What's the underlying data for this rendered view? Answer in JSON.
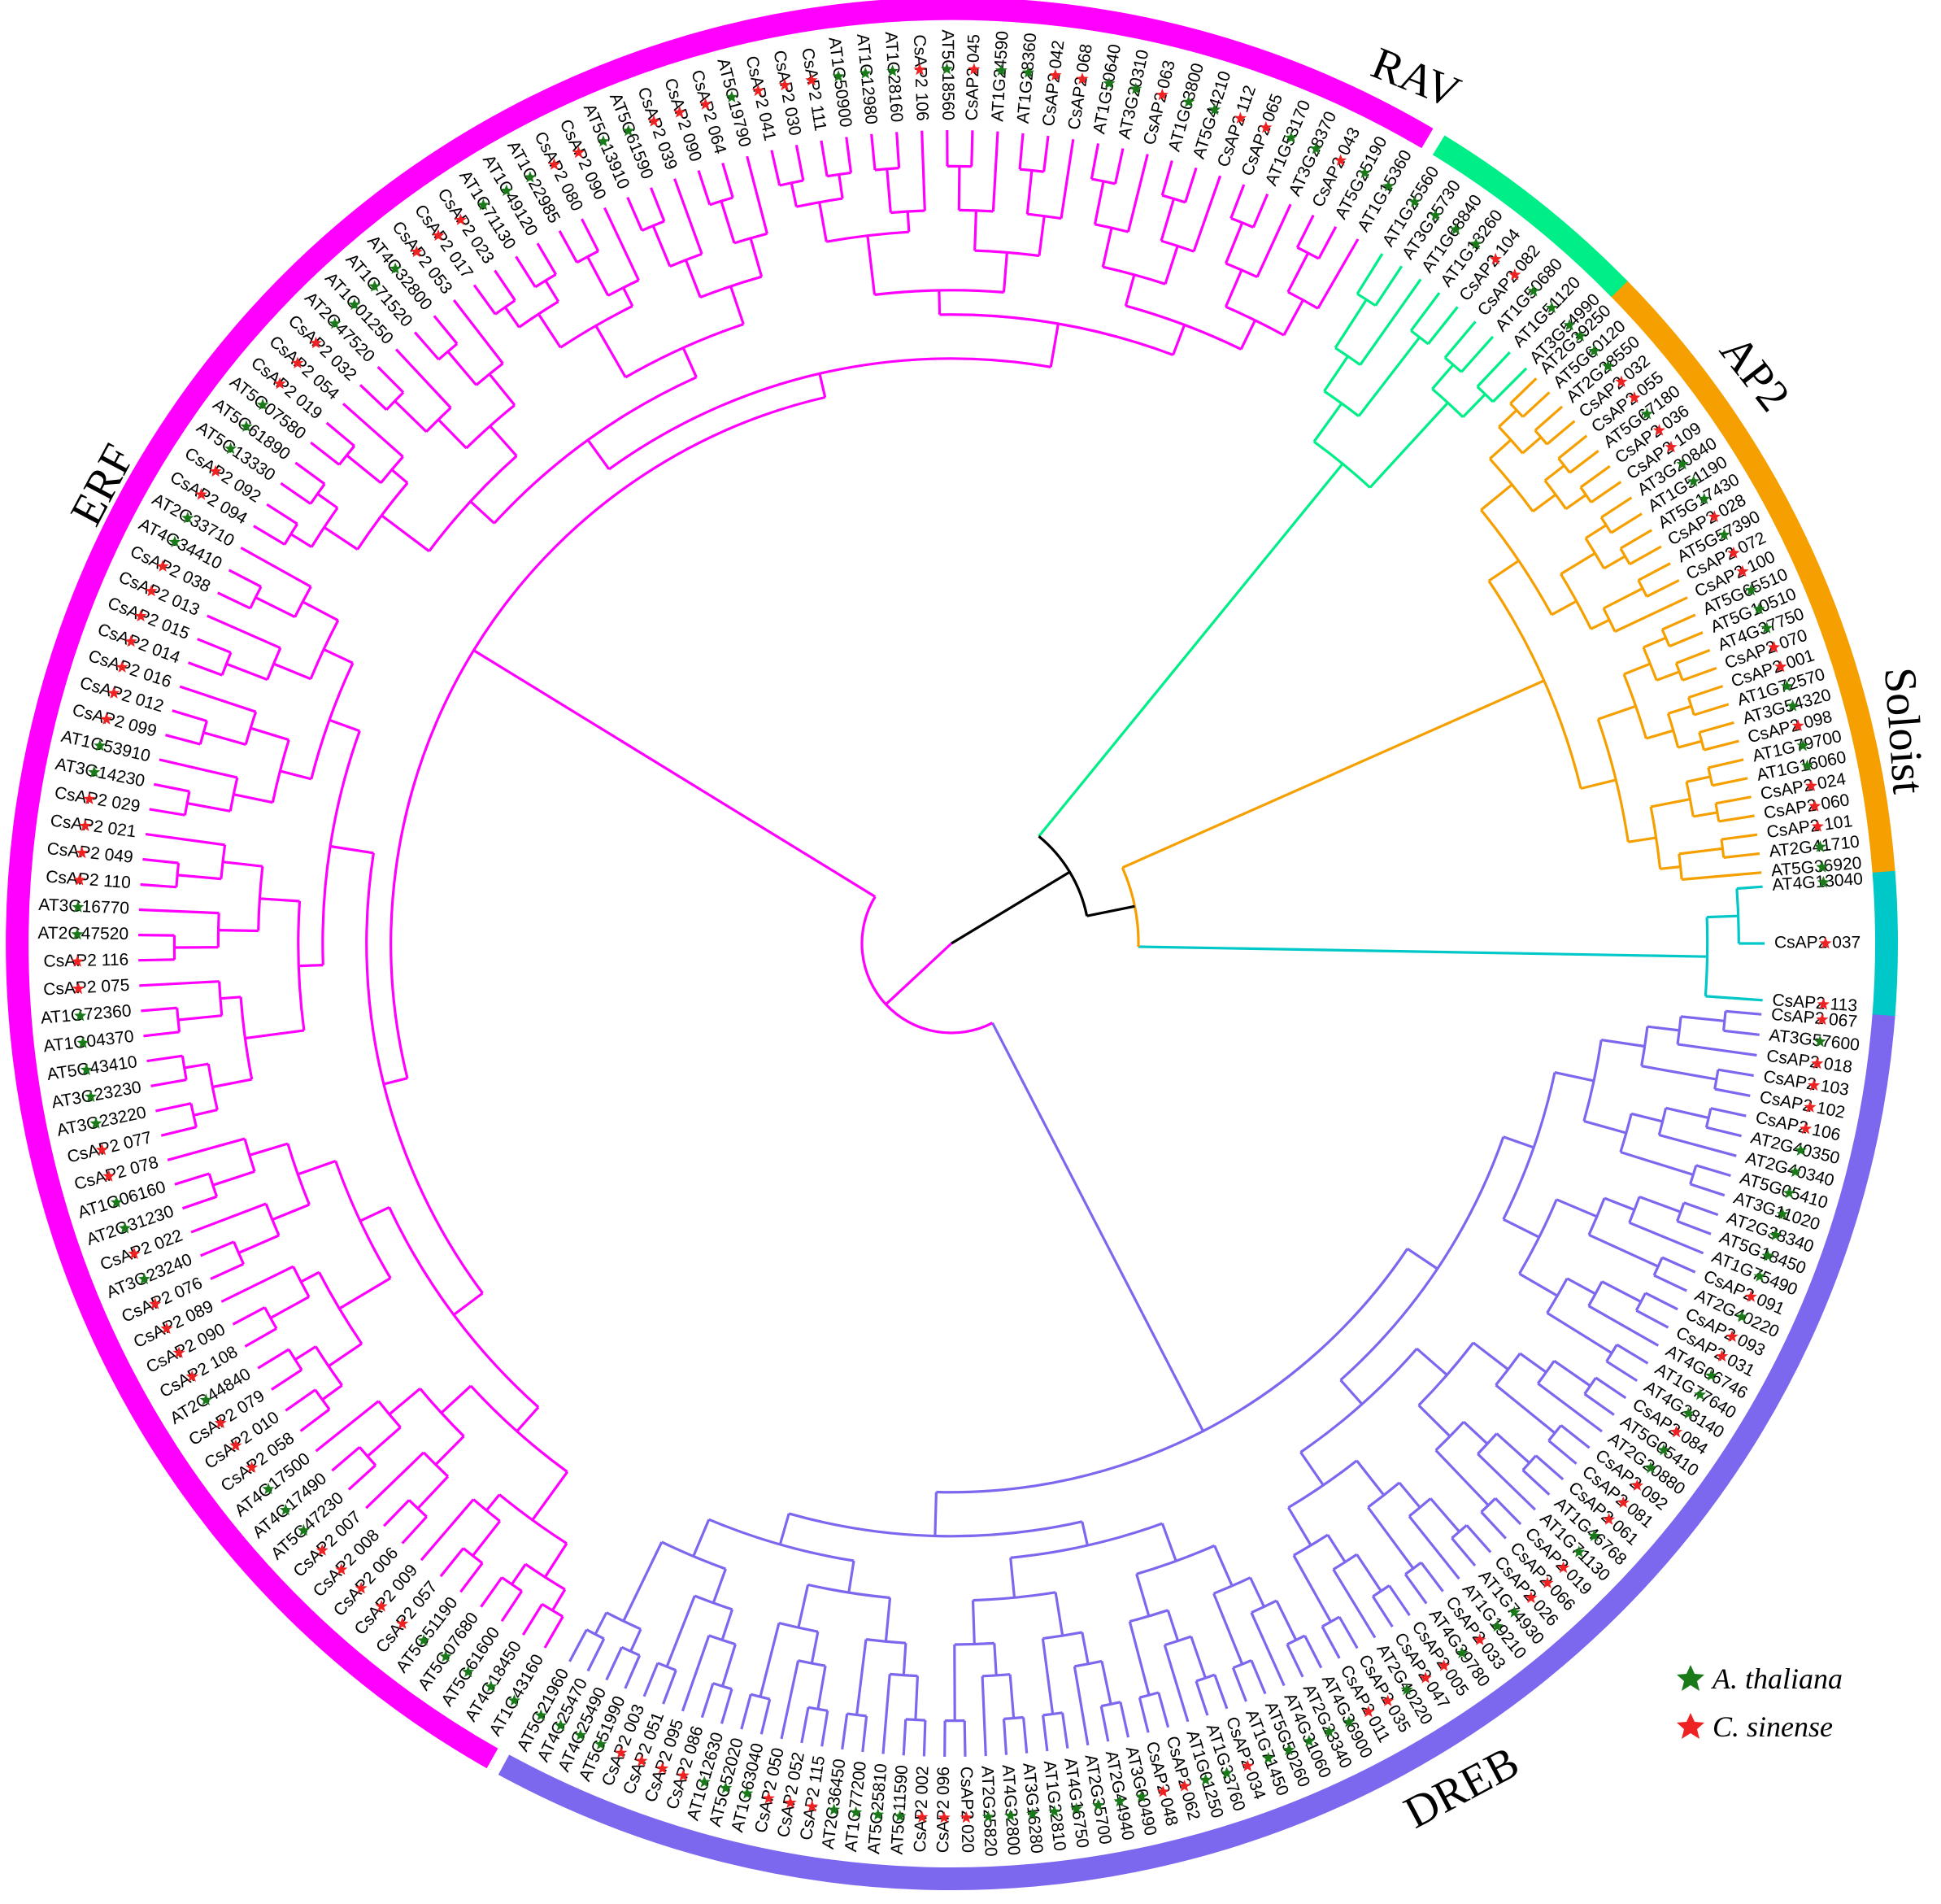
{
  "colors": {
    "ERF": "#ff00ff",
    "RAV": "#00ee88",
    "AP2": "#f5a000",
    "Soloist": "#00c8c8",
    "DREB": "#7b68ee",
    "root": "#000000",
    "athaliana_star": "#1a7a1a",
    "csinense_star": "#ee2222"
  },
  "clades": [
    {
      "name": "ERF",
      "label": "ERF"
    },
    {
      "name": "RAV",
      "label": "RAV"
    },
    {
      "name": "AP2",
      "label": "AP2"
    },
    {
      "name": "Soloist",
      "label": "Soloist"
    },
    {
      "name": "DREB",
      "label": "DREB"
    }
  ],
  "legend": {
    "athaliana": "A. thaliana",
    "csinense": "C. sinense"
  },
  "leaves": {
    "Soloist": [
      "CsAP2 113",
      "CsAP2 037",
      "AT4G13040"
    ],
    "AP2": [
      "AT5G36920",
      "AT2G41710",
      "CsAP2 101",
      "CsAP2 060",
      "CsAP2 024",
      "AT1G16060",
      "AT1G79700",
      "CsAP2 098",
      "AT3G54320",
      "AT1G72570",
      "CsAP2 001",
      "CsAP2 070",
      "AT4G37750",
      "AT5G10510",
      "AT5G65510",
      "CsAP2 100",
      "CsAP2 072",
      "AT5G57390",
      "CsAP2 028",
      "AT5G17430",
      "AT1G51190",
      "AT3G20840",
      "CsAP2 109",
      "CsAP2 036",
      "AT5G67180",
      "CsAP2 055",
      "CsAP2 032",
      "AT2G28550",
      "AT5G60120",
      "AT2G39250"
    ],
    "RAV": [
      "AT3G54990",
      "AT1G51120",
      "AT1G50680",
      "CsAP2 082",
      "CsAP2 104",
      "AT1G13260",
      "AT1G68840",
      "AT3G25730",
      "AT1G25560"
    ],
    "ERF": [
      "AT1G15360",
      "AT5G25190",
      "CsAP2 043",
      "AT3G28370",
      "AT1G53170",
      "CsAP2 065",
      "CsAP2 112",
      "AT5G44210",
      "AT1G03800",
      "CsAP2 063",
      "AT3G20310",
      "AT1G50640",
      "CsAP2 068",
      "CsAP2 042",
      "AT1G28360",
      "AT1G24590",
      "CsAP2 045",
      "AT5G18560",
      "CsAP2 106",
      "AT1G28160",
      "AT1G12980",
      "AT1G50900",
      "CsAP2 111",
      "CsAP2 030",
      "CsAP2 041",
      "AT5G19790",
      "CsAP2 064",
      "CsAP2 090",
      "CsAP2 039",
      "AT5G61590",
      "AT5G13910",
      "CsAP2 090",
      "CsAP2 080",
      "AT1G22985",
      "AT1G49120",
      "AT1G71130",
      "CsAP2 023",
      "CsAP2 017",
      "CsAP2 053",
      "AT4G32800",
      "AT1G71520",
      "AT1G01250",
      "AT2G47520",
      "CsAP2 032",
      "CsAP2 054",
      "CsAP2 019",
      "AT5G07580",
      "AT5G61890",
      "AT5G13330",
      "CsAP2 092",
      "CsAP2 094",
      "AT2G33710",
      "AT4G34410",
      "CsAP2 038",
      "CsAP2 013",
      "CsAP2 015",
      "CsAP2 014",
      "CsAP2 016",
      "CsAP2 012",
      "CsAP2 099",
      "AT1G53910",
      "AT3G14230",
      "CsAP2 029",
      "CsAP2 021",
      "CsAP2 049",
      "CsAP2 110",
      "AT3G16770",
      "AT2G47520",
      "CsAP2 116",
      "CsAP2 075",
      "AT1G72360",
      "AT1G04370",
      "AT5G43410",
      "AT3G23230",
      "AT3G23220",
      "CsAP2 077",
      "CsAP2 078",
      "AT1G06160",
      "AT2G31230",
      "CsAP2 022",
      "AT3G23240",
      "CsAP2 076",
      "CsAP2 089",
      "CsAP2 090",
      "CsAP2 108",
      "AT2G44840",
      "CsAP2 079",
      "CsAP2 010",
      "CsAP2 058",
      "AT4G17500",
      "AT4G17490",
      "AT5G47230",
      "CsAP2 007",
      "CsAP2 008",
      "CsAP2 006",
      "CsAP2 009",
      "CsAP2 057",
      "AT5G51190",
      "AT5G07680",
      "AT5G61600",
      "AT4G18450",
      "AT1G43160"
    ],
    "DREB": [
      "AT5G21960",
      "AT4G25470",
      "AT4G25490",
      "AT5G51990",
      "CsAP2 003",
      "CsAP2 051",
      "CsAP2 095",
      "CsAP2 086",
      "AT1G12630",
      "AT5G52020",
      "AT1G63040",
      "CsAP2 050",
      "CsAP2 052",
      "CsAP2 115",
      "AT2G36450",
      "AT1G77200",
      "AT5G25810",
      "AT5G11590",
      "CsAP2 002",
      "CsAP2 096",
      "CsAP2 020",
      "AT2G25820",
      "AT4G32800",
      "AT3G16280",
      "AT1G22810",
      "AT4G16750",
      "AT2G35700",
      "AT2G44940",
      "AT3G60490",
      "CsAP2 048",
      "CsAP2 062",
      "AT1G01250",
      "AT1G33760",
      "CsAP2 034",
      "AT1G71450",
      "AT5G50260",
      "AT4G31060",
      "AT2G23340",
      "AT4G36900",
      "CsAP2 011",
      "CsAP2 035",
      "AT2G40220",
      "CsAP2 047",
      "CsAP2 005",
      "AT4G39780",
      "CsAP2 033",
      "AT1G19210",
      "AT1G74930",
      "CsAP2 026",
      "CsAP2 066",
      "CsAP2 019",
      "AT1G71130",
      "AT1G46768",
      "CsAP2 061",
      "CsAP2 081",
      "CsAP2 092",
      "AT2G20880",
      "AT5G05410",
      "CsAP2 084",
      "AT4G28140",
      "AT1G77640",
      "AT4G06746",
      "CsAP2 031",
      "CsAP2 093",
      "AT2G40220",
      "CsAP2 091",
      "AT1G75490",
      "AT5G18450",
      "AT2G38340",
      "AT3G11020",
      "AT5G05410",
      "AT2G40340",
      "AT2G40350",
      "CsAP2 106",
      "CsAP2 102",
      "CsAP2 103",
      "CsAP2 018",
      "AT3G57600",
      "CsAP2 067"
    ]
  }
}
